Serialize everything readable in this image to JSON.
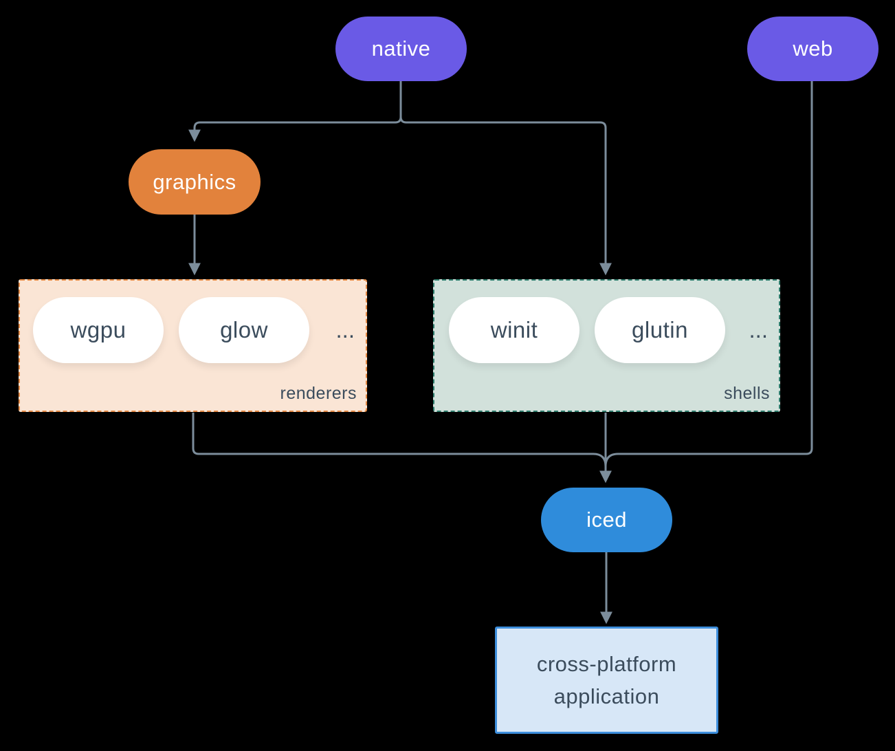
{
  "nodes": {
    "native": "native",
    "web": "web",
    "graphics": "graphics",
    "iced": "iced"
  },
  "renderers": {
    "label": "renderers",
    "items": [
      "wgpu",
      "glow"
    ],
    "more": "..."
  },
  "shells": {
    "label": "shells",
    "items": [
      "winit",
      "glutin"
    ],
    "more": "..."
  },
  "application": {
    "line1": "cross-platform",
    "line2": "application"
  },
  "colors": {
    "native_web": "#6A5AE6",
    "graphics": "#E2823C",
    "iced": "#2F8CDB",
    "renderers_fill": "#FAE5D5",
    "renderers_border": "#E58A45",
    "shells_fill": "#D2E1DB",
    "shells_border": "#2F7D6D",
    "app_fill": "#D7E7F7",
    "app_border": "#3D8EDC",
    "dark_text": "#3B4C5C",
    "light_text": "#FFFFFF",
    "connector": "#7C8D9B",
    "background": "#000000"
  }
}
